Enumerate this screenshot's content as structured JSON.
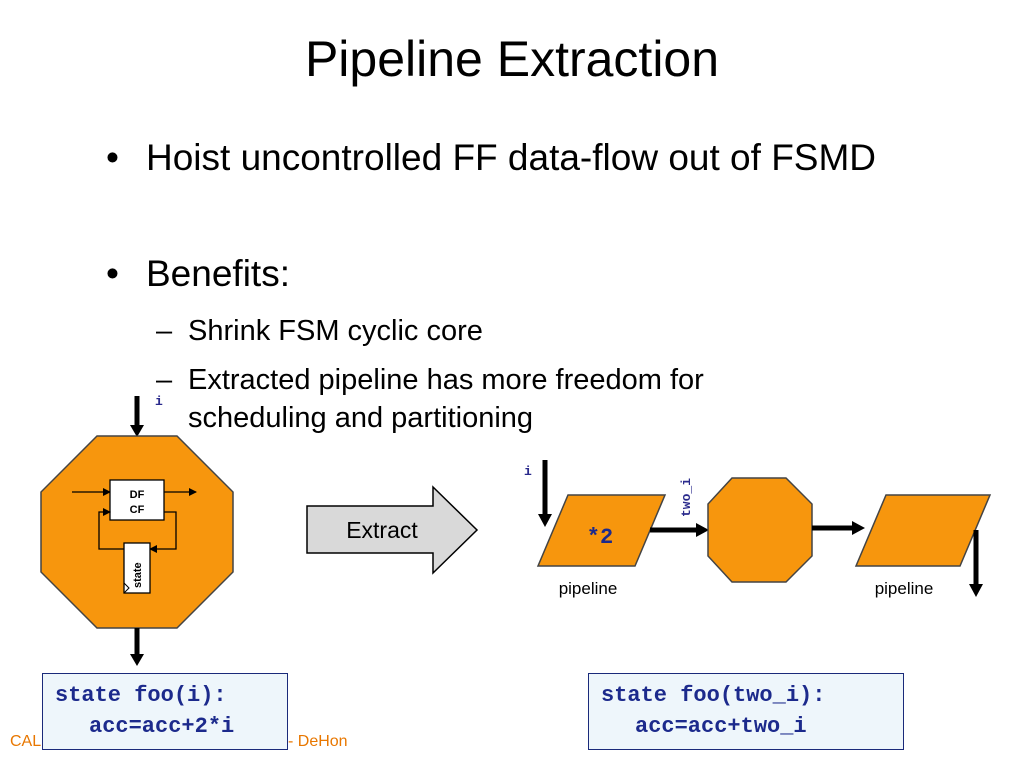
{
  "slide": {
    "title": "Pipeline Extraction",
    "bullets": [
      {
        "marker": "•",
        "text": "Hoist uncontrolled FF data-flow out of FSMD"
      },
      {
        "marker": "•",
        "text": "Benefits:"
      }
    ],
    "subbullets": [
      {
        "marker": "–",
        "text": "Shrink FSM cyclic core"
      },
      {
        "marker": "–",
        "text": "Extracted pipeline has more freedom for scheduling and partitioning"
      }
    ]
  },
  "diagram": {
    "left_input_label": "i",
    "df_label_top": "DF",
    "df_label_bottom": "CF",
    "state_label": "state",
    "extract_label": "Extract",
    "right_input_label": "i",
    "multiplier_label": "*2",
    "two_i_label": "two_i",
    "pipeline_left_label": "pipeline",
    "pipeline_right_label": "pipeline",
    "colors": {
      "fill": "#f7960d",
      "arrow_fill": "#d9d9d9",
      "code_bg": "#eef6fb",
      "code_text": "#1c2a8c",
      "mono_label": "#2a2a8c"
    }
  },
  "code_left": {
    "line1": "state foo(i):",
    "line2": "acc=acc+2*i"
  },
  "code_right": {
    "line1": "state foo(two_i):",
    "line2": "acc=acc+two_i"
  },
  "footer": {
    "left": "CAL",
    "right": "- DeHon"
  }
}
